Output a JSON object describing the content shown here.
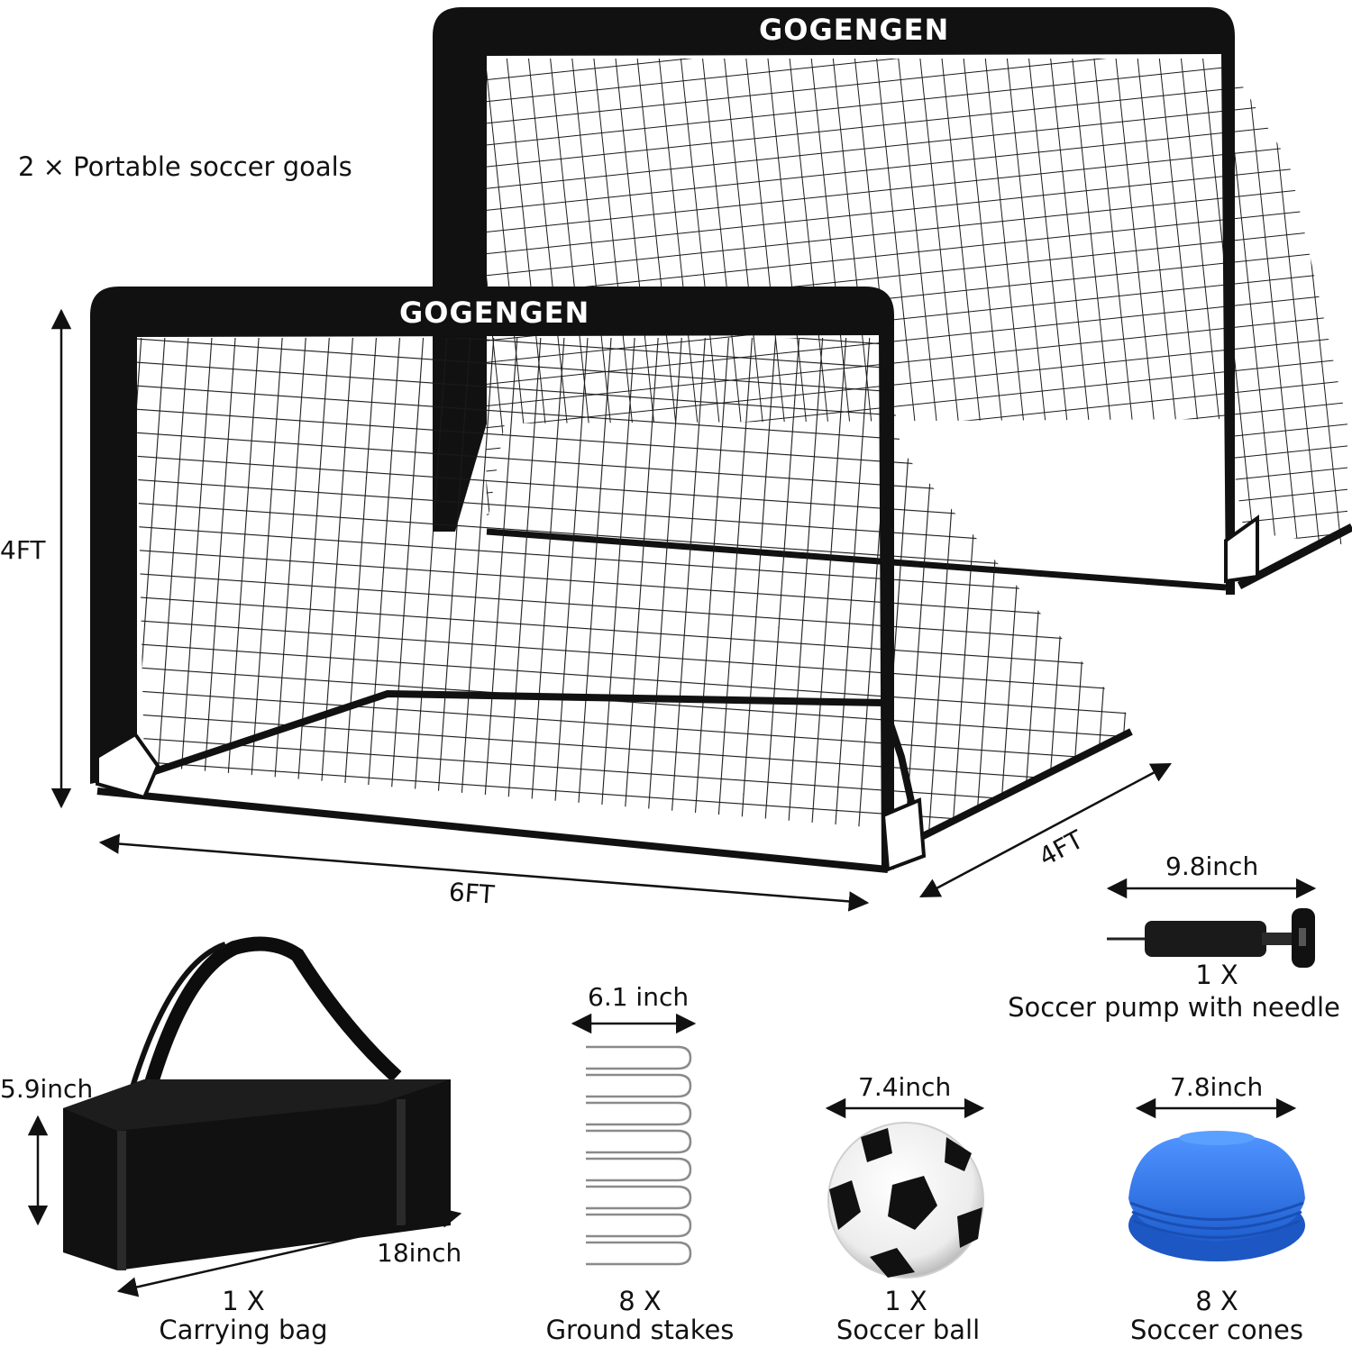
{
  "header_note": "2 × Portable soccer goals",
  "goals": {
    "brand": "GOGENGEN",
    "height_label": "4FT",
    "width_label": "6FT",
    "depth_label": "4FT"
  },
  "pump": {
    "size": "9.8inch",
    "qty": "1 X",
    "name": "Soccer pump with needle"
  },
  "bag": {
    "height": "5.9inch",
    "length": "18inch",
    "qty": "1 X",
    "name": "Carrying bag"
  },
  "stakes": {
    "size": "6.1 inch",
    "qty": "8 X",
    "name": "Ground stakes",
    "count": 8
  },
  "ball": {
    "size": "7.4inch",
    "qty": "1 X",
    "name": "Soccer ball"
  },
  "cones": {
    "size": "7.8inch",
    "qty": "8 X",
    "name": "Soccer cones",
    "color": "#2f78e8"
  },
  "colors": {
    "frame": "#111111",
    "net": "#1a1a1a",
    "cone_blue": "#2f78e8"
  }
}
